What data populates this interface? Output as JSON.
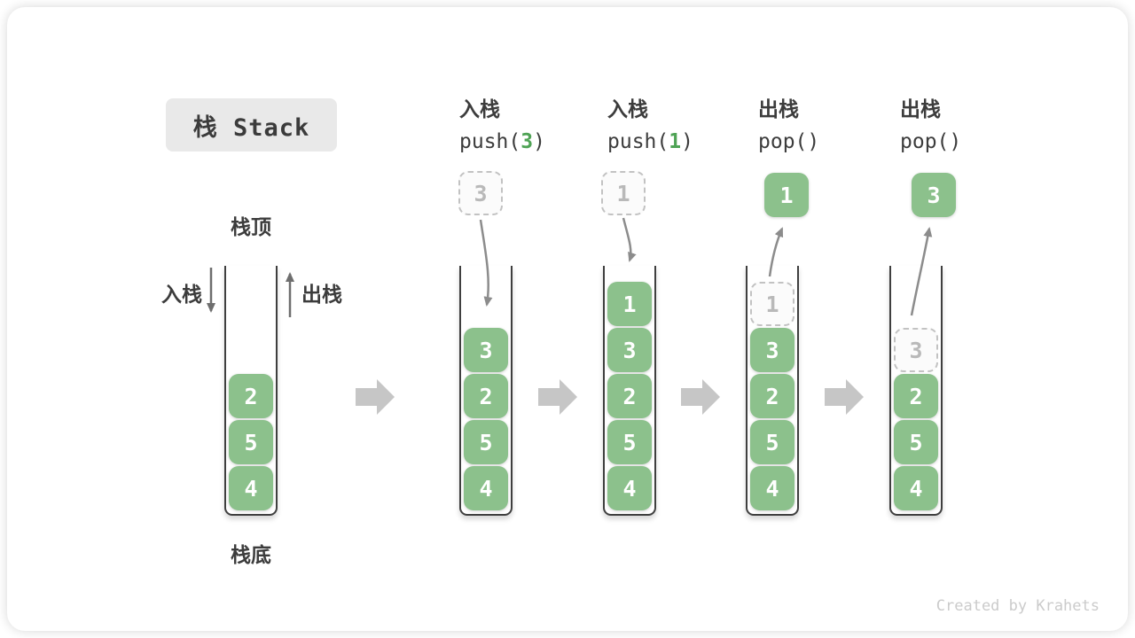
{
  "title": "栈 Stack",
  "labels": {
    "stack_top": "栈顶",
    "stack_bottom": "栈底",
    "push": "入栈",
    "pop": "出栈"
  },
  "footer": "Created by Krahets",
  "colors": {
    "item_green": "#8cc18c",
    "code_arg_green": "#4fa355",
    "text_dark": "#3c3c3c",
    "curved_arrow_gray": "#8c8c8c",
    "straight_arrow_gray": "#6e6e6e",
    "block_arrow_gray": "#c6c6c6",
    "ghost_gray": "#b9b9b9",
    "title_box_bg": "#e9e9e9",
    "footer_gray": "#cbcbcb"
  },
  "steps": [
    {
      "id": "initial",
      "items": [
        "2",
        "5",
        "4"
      ]
    },
    {
      "id": "push-3",
      "op_label": "入栈",
      "code_pre": "push(",
      "code_arg": "3",
      "code_post": ")",
      "incoming_value": "3",
      "items": [
        "3",
        "2",
        "5",
        "4"
      ]
    },
    {
      "id": "push-1",
      "op_label": "入栈",
      "code_pre": "push(",
      "code_arg": "1",
      "code_post": ")",
      "incoming_value": "1",
      "items": [
        "1",
        "3",
        "2",
        "5",
        "4"
      ]
    },
    {
      "id": "pop-1",
      "op_label": "出栈",
      "code": "pop()",
      "popped_value": "1",
      "ghost_value": "1",
      "items": [
        "3",
        "2",
        "5",
        "4"
      ]
    },
    {
      "id": "pop-2",
      "op_label": "出栈",
      "code": "pop()",
      "popped_value": "3",
      "ghost_value": "3",
      "items": [
        "2",
        "5",
        "4"
      ]
    }
  ]
}
